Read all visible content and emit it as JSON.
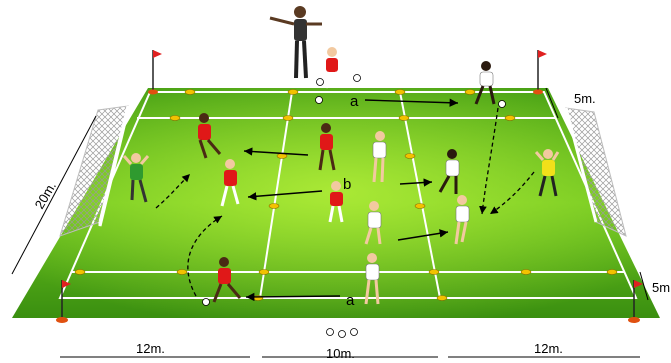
{
  "labels": {
    "pass_top": "a",
    "pass_middle": "b",
    "pass_bottom": "a",
    "width_left": "12m.",
    "width_middle": "10m.",
    "width_right": "12m.",
    "length_side": "20m.",
    "zone_top": "5m.",
    "zone_bottom": "5m."
  },
  "colors": {
    "grass_light": "#7ed321",
    "grass_dark": "#2f8f0f",
    "red_team": "#e01818",
    "white_team": "#ffffff",
    "cone": "#f2c200",
    "flag": "#e02020"
  }
}
